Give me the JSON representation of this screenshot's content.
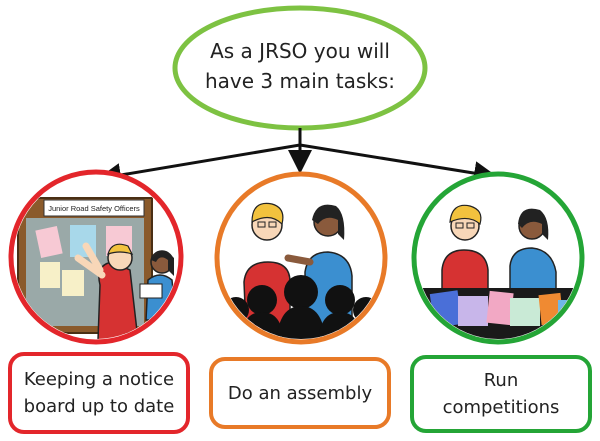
{
  "center": {
    "line1": "As a JRSO you will",
    "line2": "have 3 main tasks:",
    "color": "#7dc242"
  },
  "tasks": [
    {
      "label": "Keeping a notice\nboard up to date",
      "color": "#e3262b"
    },
    {
      "label": "Do an assembly",
      "color": "#e87a28"
    },
    {
      "label": "Run\ncompetitions",
      "color": "#24a536"
    }
  ],
  "board": {
    "title": "Junior Road Safety Officers"
  }
}
